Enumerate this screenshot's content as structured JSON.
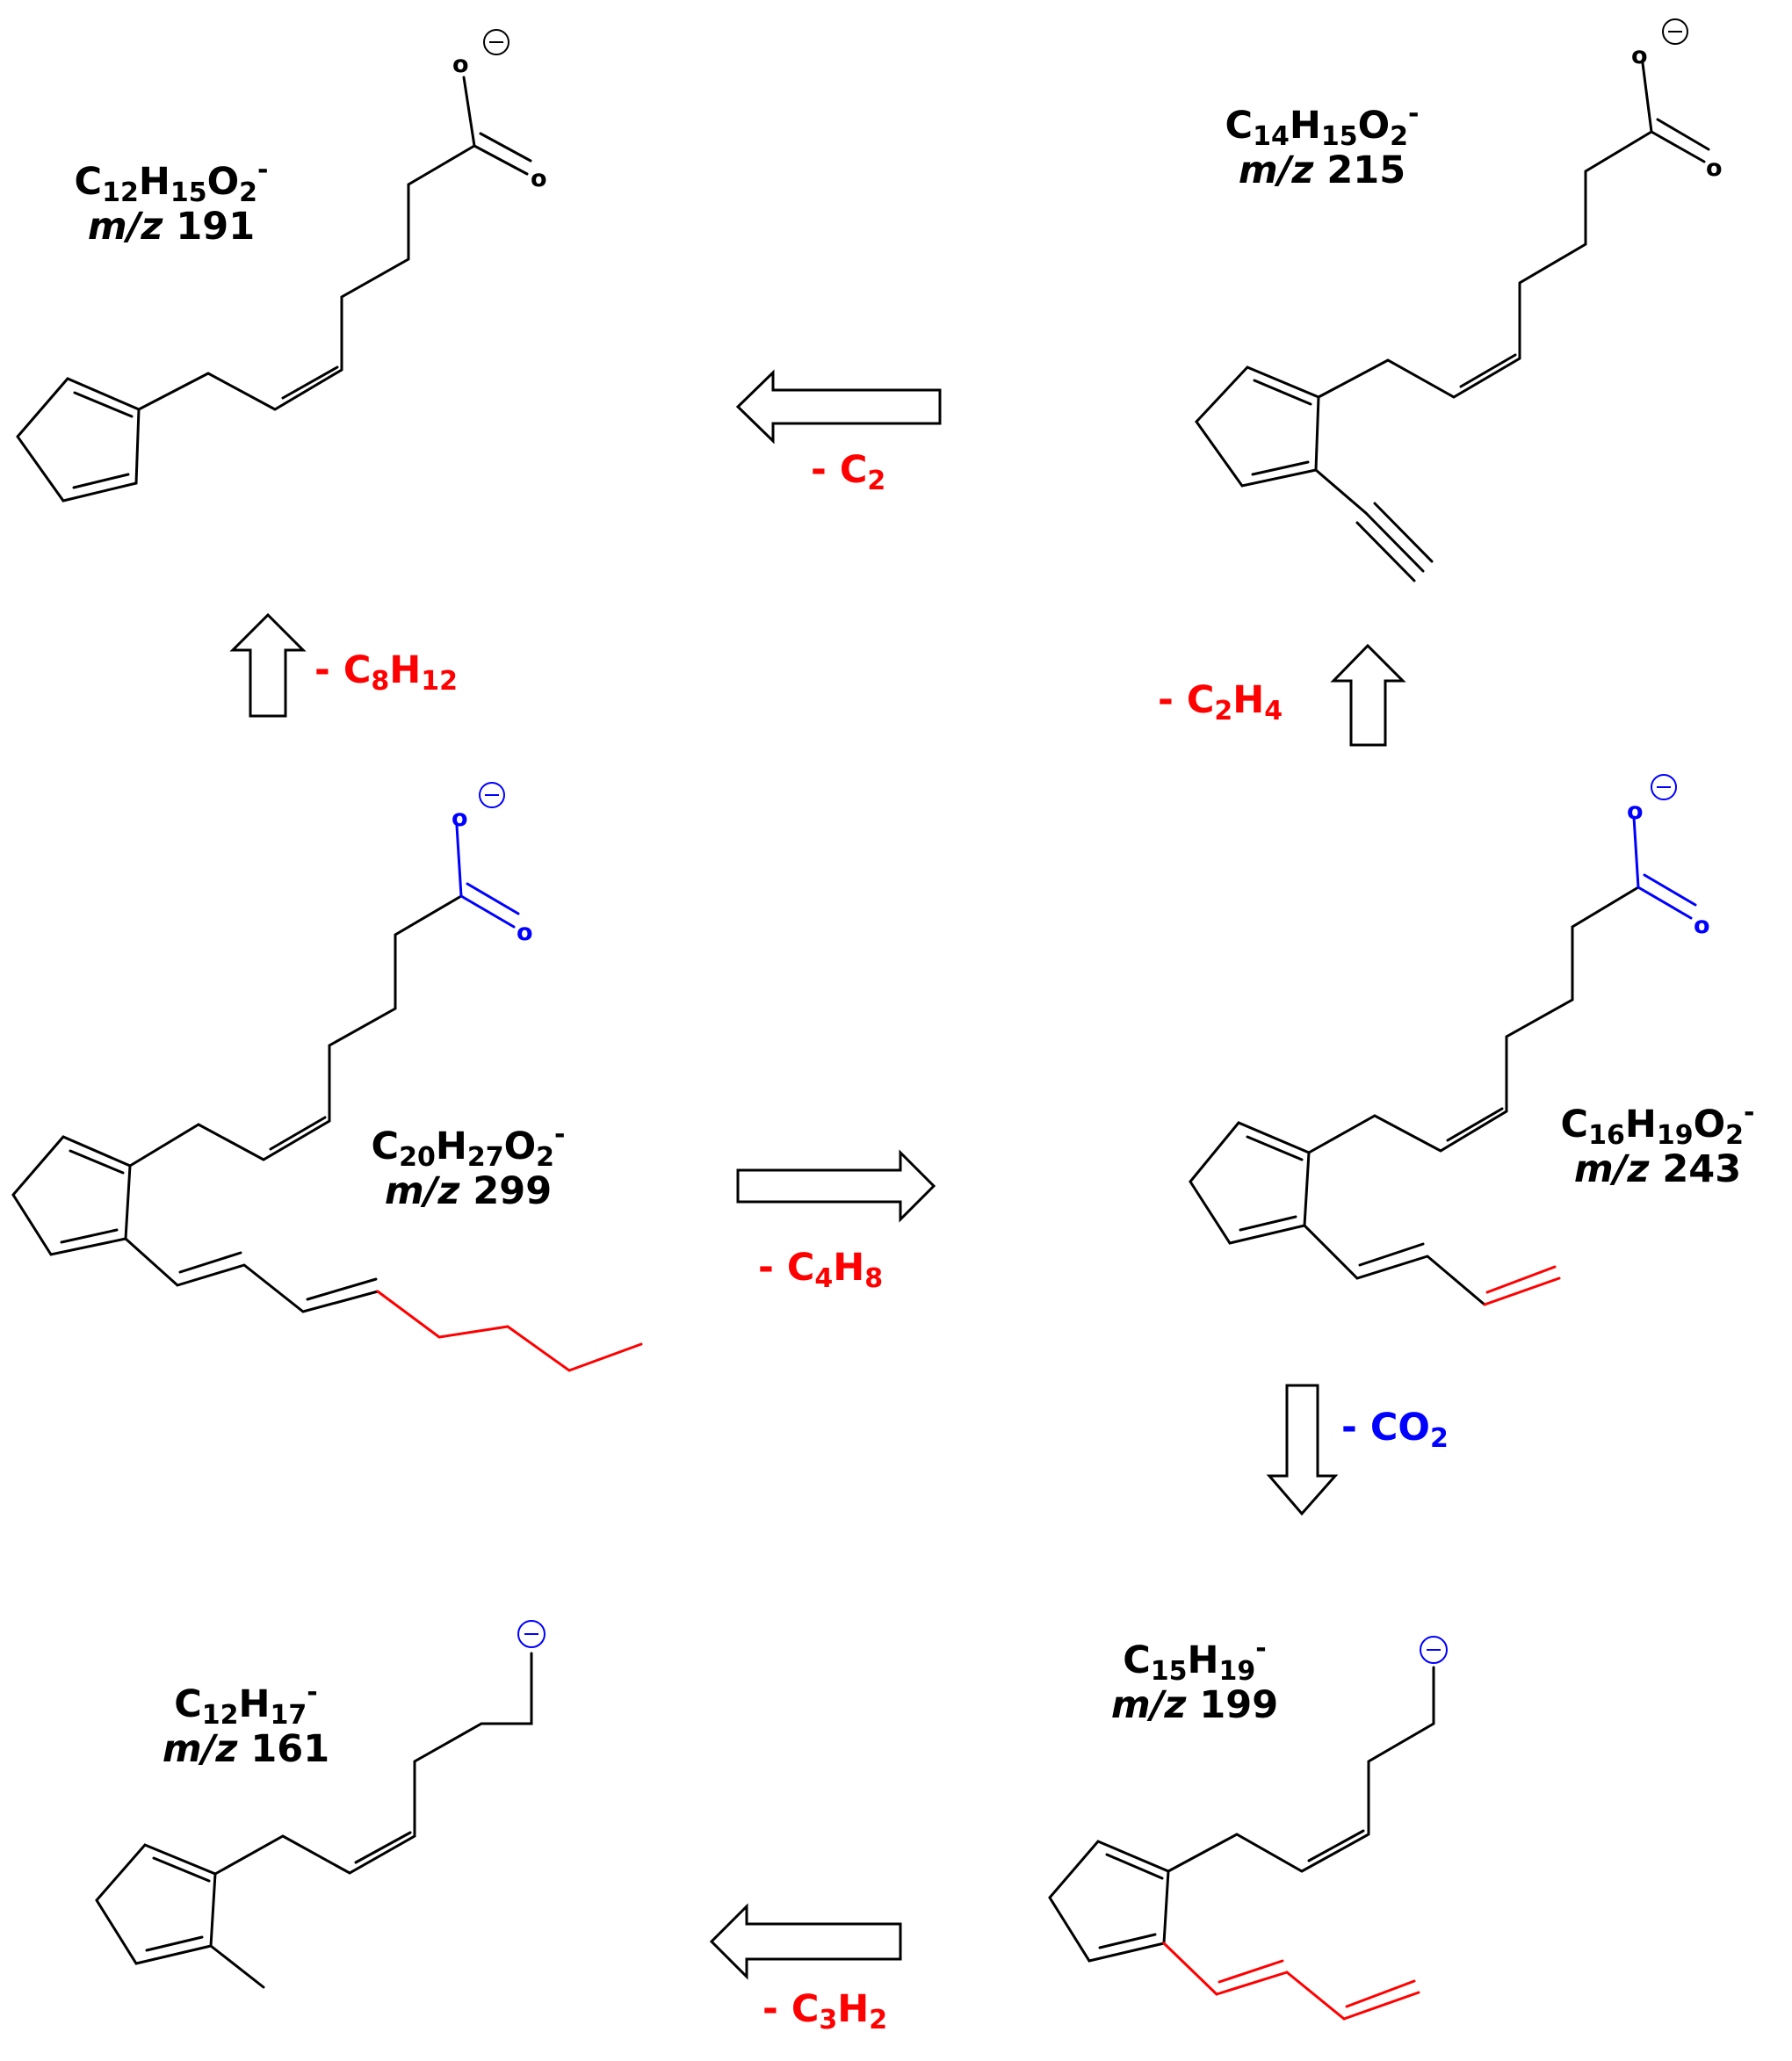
{
  "colors": {
    "bond": "#000000",
    "removed_fragment": "#ff0000",
    "carboxylate": "#0000ff"
  },
  "atom_label": "o",
  "charge_symbol": "−",
  "compounds": {
    "c191": {
      "formula_parts": [
        "C",
        "12",
        "H",
        "15",
        "O",
        "2",
        "-"
      ],
      "mz_prefix": "m/z",
      "mz_value": "191"
    },
    "c215": {
      "formula_parts": [
        "C",
        "14",
        "H",
        "15",
        "O",
        "2",
        "-"
      ],
      "mz_prefix": "m/z",
      "mz_value": "215"
    },
    "c299": {
      "formula_parts": [
        "C",
        "20",
        "H",
        "27",
        "O",
        "2",
        "-"
      ],
      "mz_prefix": "m/z",
      "mz_value": "299"
    },
    "c243": {
      "formula_parts": [
        "C",
        "16",
        "H",
        "19",
        "O",
        "2",
        "-"
      ],
      "mz_prefix": "m/z",
      "mz_value": "243"
    },
    "c161": {
      "formula_parts": [
        "C",
        "12",
        "H",
        "17",
        "-"
      ],
      "mz_prefix": "m/z",
      "mz_value": "161"
    },
    "c199": {
      "formula_parts": [
        "C",
        "15",
        "H",
        "19",
        "-"
      ],
      "mz_prefix": "m/z",
      "mz_value": "199"
    }
  },
  "losses": {
    "c2": {
      "parts": [
        "- C",
        "2"
      ],
      "color": "#ff0000"
    },
    "c8h12": {
      "parts": [
        "- C",
        "8",
        "H",
        "12"
      ],
      "color": "#ff0000"
    },
    "c2h4": {
      "parts": [
        "- C",
        "2",
        "H",
        "4"
      ],
      "color": "#ff0000"
    },
    "c4h8": {
      "parts": [
        "- C",
        "4",
        "H",
        "8"
      ],
      "color": "#ff0000"
    },
    "co2": {
      "parts": [
        "- CO",
        "2"
      ],
      "color": "#0000ff"
    },
    "c3h2": {
      "parts": [
        "- C",
        "3",
        "H",
        "2"
      ],
      "color": "#ff0000"
    }
  }
}
